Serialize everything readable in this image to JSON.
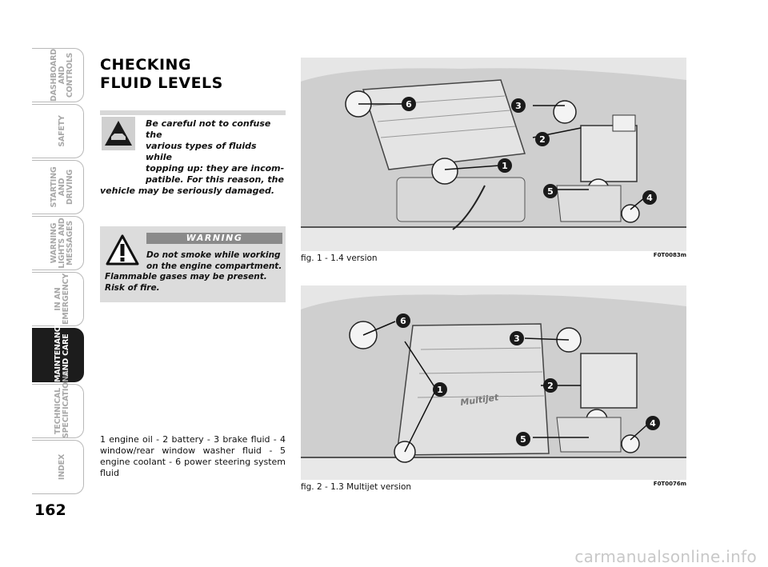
{
  "tabs": [
    {
      "label": "DASHBOARD\nAND CONTROLS"
    },
    {
      "label": "SAFETY"
    },
    {
      "label": "STARTING\nAND DRIVING"
    },
    {
      "label": "WARNING\nLIGHTS AND\nMESSAGES"
    },
    {
      "label": "IN AN\nEMERGENCY"
    },
    {
      "label": "MAINTENANCE\nAND CARE"
    },
    {
      "label": "TECHNICAL\nSPECIFICATIONS"
    },
    {
      "label": "INDEX"
    }
  ],
  "active_tab": "MAINTENANCE AND CARE",
  "page_number": "162",
  "title_line1": "CHECKING",
  "title_line2": "FLUID LEVELS",
  "caution": {
    "icon": "caution-car-icon",
    "line1": "Be careful not to confuse the",
    "line2": "various types of fluids while",
    "line3": "topping up: they are incom-",
    "line4": "patible. For this reason, the",
    "line5": "vehicle may be seriously damaged."
  },
  "warning": {
    "icon": "warning-triangle-icon",
    "banner": "WARNING",
    "line1": "Do not smoke while working",
    "line2": "on the engine compartment.",
    "line3": "Flammable gases may be present. Risk",
    "line4": "of fire."
  },
  "legend": "1 engine oil - 2 battery - 3 brake fluid - 4 window/rear window washer fluid - 5 engine coolant - 6 power steering system fluid",
  "figures": [
    {
      "caption": "fig. 1 - 1.4 version",
      "code": "F0T0083m",
      "callouts": [
        "1",
        "2",
        "3",
        "4",
        "5",
        "6"
      ]
    },
    {
      "caption": "fig. 2 - 1.3 Multijet version",
      "code": "F0T0076m",
      "callouts": [
        "1",
        "2",
        "3",
        "4",
        "5",
        "6"
      ],
      "engine_label": "Multijet"
    }
  ],
  "watermark": "carmanualsonline.info",
  "colors": {
    "tab_border": "#b8b8b8",
    "tab_text": "#a8a8a8",
    "active_tab_bg": "#1c1c1c",
    "box_bg": "#dcdcdc",
    "banner_bg": "#8a8a8a"
  }
}
